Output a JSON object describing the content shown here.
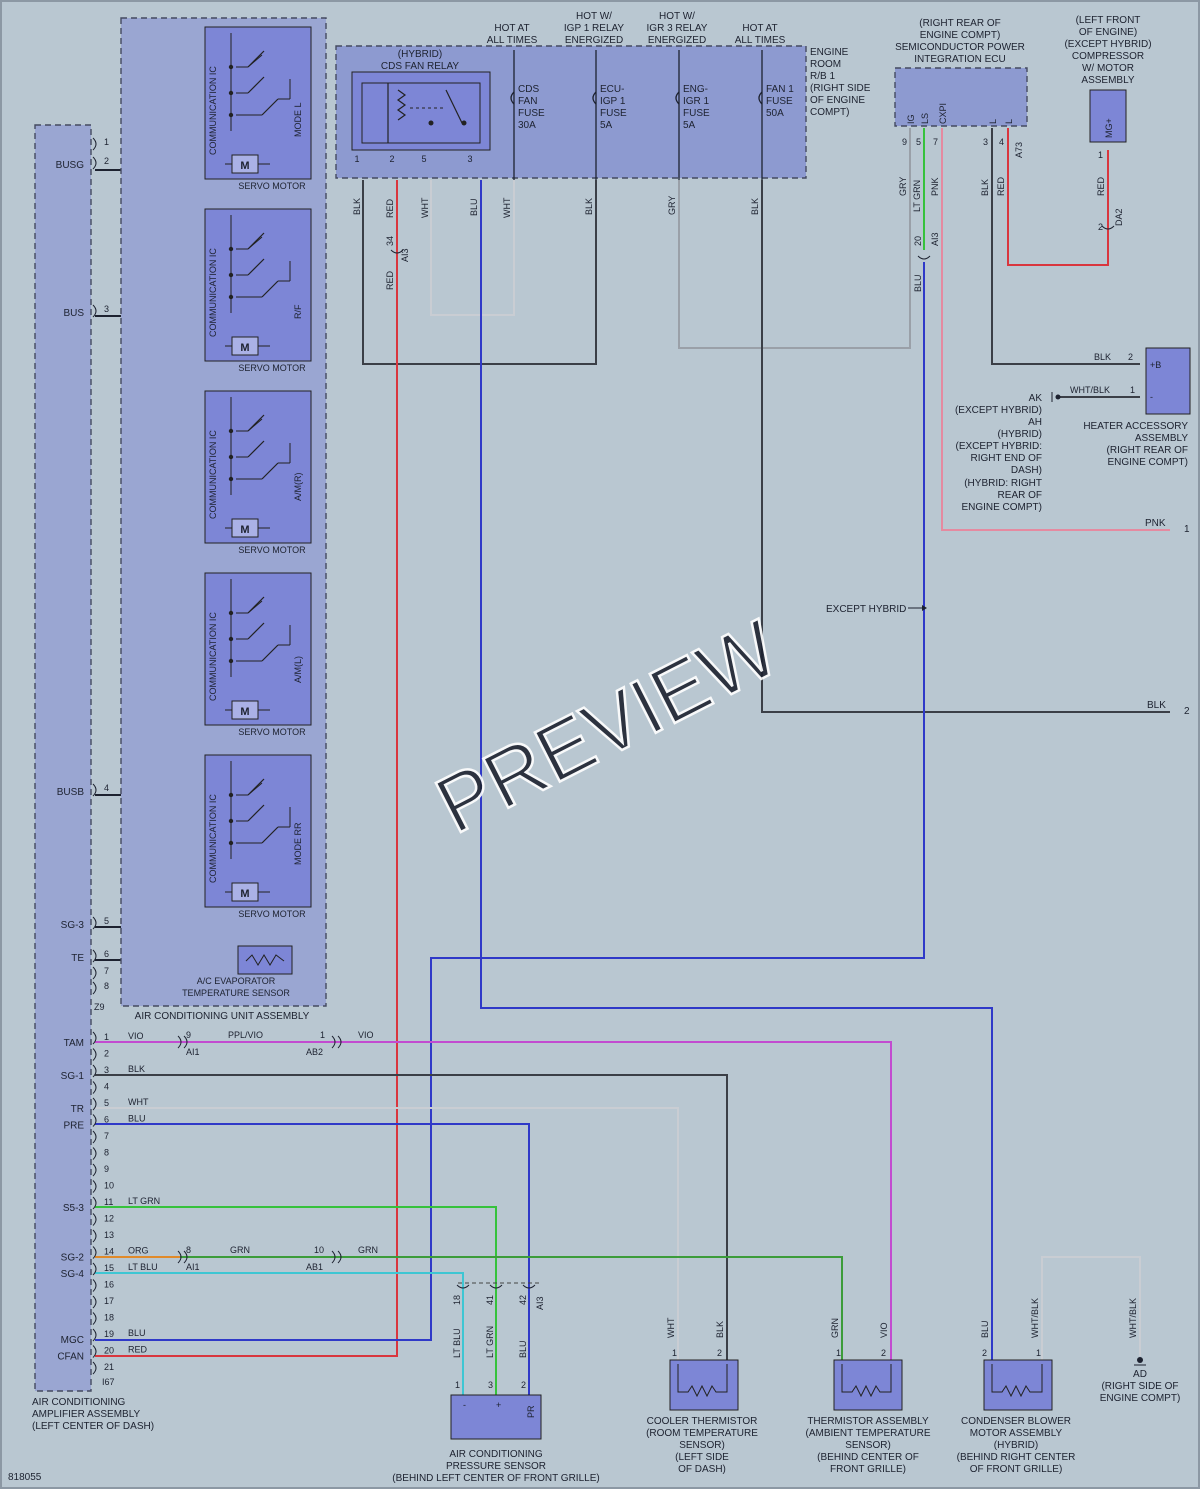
{
  "doc_id": "818055",
  "watermark": "PREVIEW",
  "hot": {
    "at_all_times_1": [
      "HOT AT",
      "ALL TIMES"
    ],
    "igp1": [
      "HOT W/",
      "IGP 1 RELAY",
      "ENERGIZED"
    ],
    "igr3": [
      "HOT W/",
      "IGR 3 RELAY",
      "ENERGIZED"
    ],
    "at_all_times_2": [
      "HOT AT",
      "ALL TIMES"
    ]
  },
  "relay_block": {
    "title": [
      "ENGINE",
      "ROOM",
      "R/B 1",
      "(RIGHT SIDE",
      "OF ENGINE",
      "COMPT)"
    ],
    "relay": [
      "(HYBRID)",
      "CDS FAN RELAY"
    ],
    "relay_pins": [
      "1",
      "2",
      "5",
      "3"
    ],
    "fuses": [
      {
        "lines": [
          "CDS",
          "FAN",
          "FUSE",
          "30A"
        ]
      },
      {
        "lines": [
          "ECU-",
          "IGP 1",
          "FUSE",
          "5A"
        ]
      },
      {
        "lines": [
          "ENG-",
          "IGR 1",
          "FUSE",
          "5A"
        ]
      },
      {
        "lines": [
          "FAN 1",
          "FUSE",
          "50A"
        ]
      }
    ],
    "wire_colors": [
      "BLK",
      "RED",
      "WHT",
      "BLU",
      "WHT",
      "BLK",
      "GRY",
      "BLK"
    ]
  },
  "spi_ecu": {
    "title": [
      "(RIGHT REAR OF",
      "ENGINE COMPT)",
      "SEMICONDUCTOR POWER",
      "INTEGRATION ECU"
    ],
    "pins": [
      {
        "num": "9",
        "name": "IG",
        "color": "GRY"
      },
      {
        "num": "5",
        "name": "LS",
        "color": "LT GRN"
      },
      {
        "num": "7",
        "name": "CXPI",
        "color": "PNK"
      },
      {
        "num": "3",
        "name": "L",
        "color": "BLK"
      },
      {
        "num": "4",
        "name": "L",
        "color": "RED"
      }
    ],
    "connector": "A73"
  },
  "compressor": {
    "title": [
      "(LEFT FRONT",
      "OF ENGINE)",
      "(EXCEPT HYBRID)",
      "COMPRESSOR",
      "W/ MOTOR",
      "ASSEMBLY"
    ],
    "pin": "MG+",
    "pin_num": "1",
    "wire": "RED",
    "conn": "DA2",
    "conn_pin": "2"
  },
  "connector_ai3": {
    "name": "AI3",
    "pin34": "34",
    "pin20": "20",
    "color34": "RED",
    "color20": "BLU"
  },
  "heater": {
    "title": [
      "HEATER ACCESSORY",
      "ASSEMBLY",
      "(RIGHT REAR OF",
      "ENGINE COMPT)"
    ],
    "pin2": {
      "num": "2",
      "name": "+B",
      "color": "BLK"
    },
    "pin1": {
      "num": "1",
      "name": "-",
      "color": "WHT/BLK"
    }
  },
  "ground_note": [
    "AK",
    "(EXCEPT HYBRID)",
    "AH",
    "(HYBRID)",
    "(EXCEPT HYBRID: ",
    "RIGHT END OF",
    "DASH)",
    "(HYBRID: RIGHT",
    "REAR OF",
    "ENGINE COMPT)"
  ],
  "offpage": [
    {
      "color": "PNK",
      "num": "1"
    },
    {
      "color": "BLK",
      "num": "2"
    }
  ],
  "except_hybrid": "EXCEPT HYBRID",
  "ac_unit": {
    "title": "AIR CONDITIONING UNIT ASSEMBLY",
    "servo_label": "SERVO MOTOR",
    "ic_label": "COMMUNICATION IC",
    "motor_glyph": "M",
    "servos": [
      "MODE L",
      "R/F",
      "A/M(R)",
      "A/M(L)",
      "MODE RR"
    ],
    "sensor": [
      "A/C EVAPORATOR",
      "TEMPERATURE SENSOR"
    ]
  },
  "amplifier": {
    "title": [
      "AIR CONDITIONING",
      "AMPLIFIER ASSEMBLY",
      "(LEFT CENTER OF DASH)"
    ],
    "upper_conn": "Z9",
    "lower_conn": "I67",
    "upper_pins": [
      {
        "num": "1",
        "name": ""
      },
      {
        "num": "2",
        "name": "BUSG"
      },
      {
        "num": "3",
        "name": "BUS"
      },
      {
        "num": "4",
        "name": "BUSB"
      },
      {
        "num": "5",
        "name": "SG-3"
      },
      {
        "num": "6",
        "name": "TE"
      },
      {
        "num": "7",
        "name": ""
      },
      {
        "num": "8",
        "name": ""
      }
    ],
    "lower_pins": [
      {
        "num": "1",
        "name": "TAM",
        "color": "VIO"
      },
      {
        "num": "2",
        "name": "",
        "color": ""
      },
      {
        "num": "3",
        "name": "SG-1",
        "color": "BLK"
      },
      {
        "num": "4",
        "name": "",
        "color": ""
      },
      {
        "num": "5",
        "name": "TR",
        "color": "WHT"
      },
      {
        "num": "6",
        "name": "PRE",
        "color": "BLU"
      },
      {
        "num": "7",
        "name": "",
        "color": ""
      },
      {
        "num": "8",
        "name": "",
        "color": ""
      },
      {
        "num": "9",
        "name": "",
        "color": ""
      },
      {
        "num": "10",
        "name": "",
        "color": ""
      },
      {
        "num": "11",
        "name": "S5-3",
        "color": "LT GRN"
      },
      {
        "num": "12",
        "name": "",
        "color": ""
      },
      {
        "num": "13",
        "name": "",
        "color": ""
      },
      {
        "num": "14",
        "name": "SG-2",
        "color": "ORG"
      },
      {
        "num": "15",
        "name": "SG-4",
        "color": "LT BLU"
      },
      {
        "num": "16",
        "name": "",
        "color": ""
      },
      {
        "num": "17",
        "name": "",
        "color": ""
      },
      {
        "num": "18",
        "name": "",
        "color": ""
      },
      {
        "num": "19",
        "name": "MGC",
        "color": "BLU"
      },
      {
        "num": "20",
        "name": "CFAN",
        "color": "RED"
      },
      {
        "num": "21",
        "name": "",
        "color": ""
      }
    ]
  },
  "inline": [
    {
      "pin": "9",
      "conn": "AI1",
      "color": "PPL/VIO"
    },
    {
      "pin": "1",
      "conn": "AB2",
      "color": "VIO"
    },
    {
      "pin": "8",
      "conn": "AI1",
      "color": "GRN"
    },
    {
      "pin": "10",
      "conn": "AB1",
      "color": "GRN"
    }
  ],
  "pressure_conn": {
    "conn": "AI3",
    "pins": [
      "18",
      "41",
      "42"
    ],
    "colors": [
      "LT BLU",
      "LT GRN",
      "BLU"
    ]
  },
  "pressure_sensor": {
    "title": [
      "AIR CONDITIONING",
      "PRESSURE SENSOR",
      "(BEHIND LEFT CENTER OF FRONT GRILLE)"
    ],
    "pins": [
      "1",
      "3",
      "2"
    ],
    "pin_names": [
      "-",
      "+",
      "PR"
    ]
  },
  "cooler_thermistor": {
    "title": [
      "COOLER THERMISTOR",
      "(ROOM TEMPERATURE",
      "SENSOR)",
      "(LEFT SIDE",
      "OF DASH)"
    ],
    "pins": [
      "1",
      "2"
    ],
    "colors": [
      "WHT",
      "BLK"
    ]
  },
  "ambient": {
    "title": [
      "THERMISTOR ASSEMBLY",
      "(AMBIENT TEMPERATURE",
      "SENSOR)",
      "(BEHIND CENTER OF",
      "FRONT GRILLE)"
    ],
    "pins": [
      "1",
      "2"
    ],
    "colors": [
      "GRN",
      "VIO"
    ]
  },
  "blower": {
    "title": [
      "CONDENSER BLOWER",
      "MOTOR ASSEMBLY",
      "(HYBRID)",
      "(BEHIND RIGHT CENTER",
      "OF FRONT GRILLE)"
    ],
    "pins": [
      "2",
      "1"
    ],
    "colors": [
      "BLU",
      "WHT/BLK"
    ]
  },
  "ground_ad": {
    "color": "WHT/BLK",
    "lines": [
      "AD",
      "(RIGHT SIDE OF",
      "ENGINE COMPT)"
    ]
  },
  "wire_hex": {
    "BLK": "#3b3f47",
    "RED": "#d9363e",
    "WHT": "#c9cdd3",
    "BLU": "#2f39c8",
    "GRY": "#9aa0a8",
    "LT_GRN": "#36c23c",
    "PNK": "#e58aa0",
    "VIO": "#c24bd0",
    "GRN": "#3c9c3a",
    "ORG": "#e08a2a",
    "LT_BLU": "#3ec6d3"
  }
}
